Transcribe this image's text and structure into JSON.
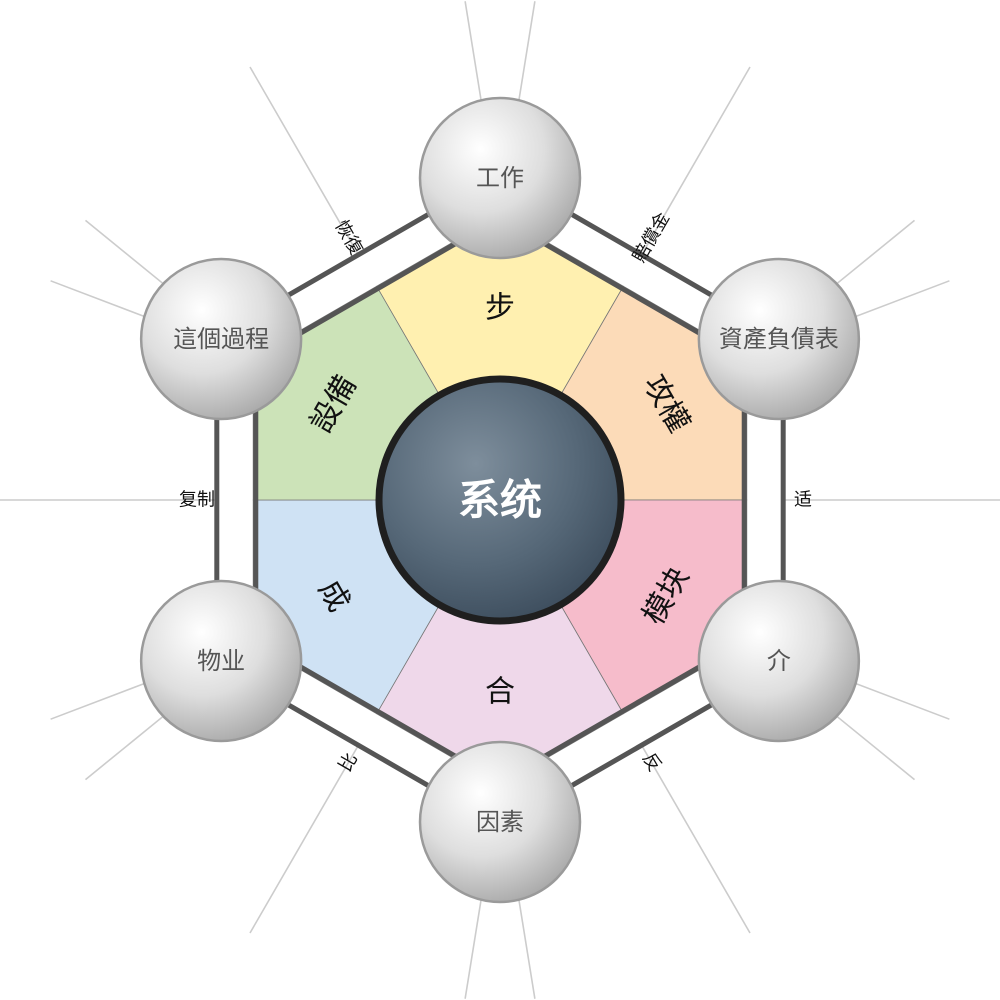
{
  "center": {
    "label": "系统"
  },
  "segments": [
    {
      "label": "步",
      "color": "#fff0b0"
    },
    {
      "label": "攻權",
      "color": "#fcdbb8"
    },
    {
      "label": "模块",
      "color": "#f6bccb"
    },
    {
      "label": "合",
      "color": "#efd8ea"
    },
    {
      "label": "成",
      "color": "#cfe2f4"
    },
    {
      "label": "設備",
      "color": "#cce3b8"
    }
  ],
  "nodes": [
    {
      "label": "工作"
    },
    {
      "label": "資產負債表"
    },
    {
      "label": "介"
    },
    {
      "label": "因素"
    },
    {
      "label": "物业"
    },
    {
      "label": "這個過程"
    }
  ],
  "edges": [
    {
      "label": "賠償金"
    },
    {
      "label": "适"
    },
    {
      "label": "反"
    },
    {
      "label": "比"
    },
    {
      "label": "复制"
    },
    {
      "label": "恢復"
    }
  ]
}
